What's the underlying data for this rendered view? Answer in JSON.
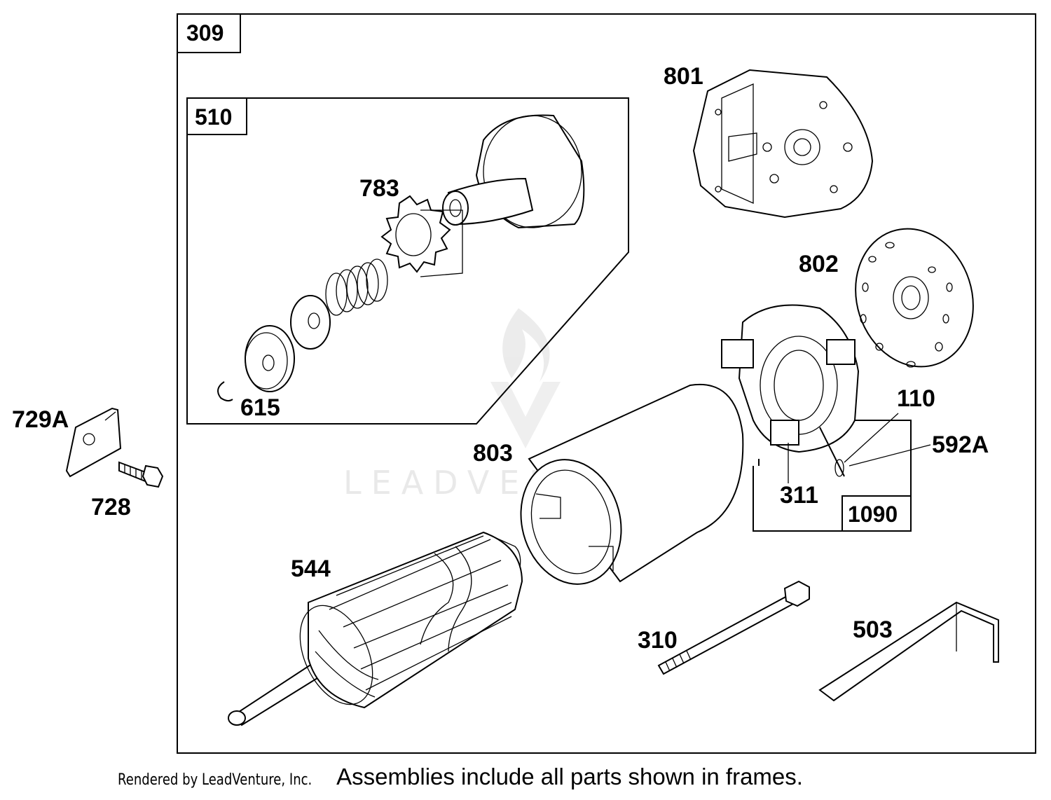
{
  "labels": {
    "box_outer": "309",
    "box_pinion": "510",
    "box_brush": "1090",
    "p801": "801",
    "p783": "783",
    "p802": "802",
    "p615": "615",
    "p729a": "729A",
    "p728": "728",
    "p110": "110",
    "p592a": "592A",
    "p803": "803",
    "p311": "311",
    "p544": "544",
    "p310": "310",
    "p503": "503"
  },
  "watermark": "LEADVENTURE",
  "footer": {
    "credit": "Rendered by LeadVenture, Inc.",
    "note": "Assemblies include all parts shown in frames."
  },
  "colors": {
    "line": "#000000",
    "background": "#ffffff",
    "watermark": "#d8d8d8"
  }
}
